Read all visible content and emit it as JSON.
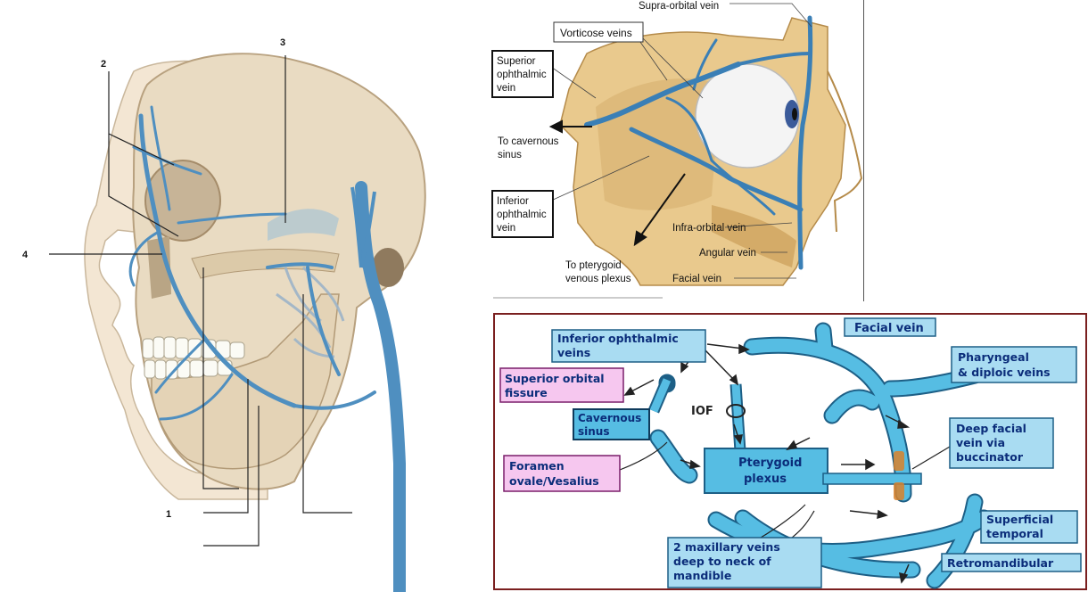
{
  "skull": {
    "numbers": [
      "1",
      "2",
      "3",
      "4"
    ]
  },
  "orbit": {
    "labels": {
      "supra_orbital": "Supra-orbital vein",
      "vorticose": "Vorticose veins",
      "sup_ophth_1": "Superior",
      "sup_ophth_2": "ophthalmic",
      "sup_ophth_3": "vein",
      "to_cav_1": "To cavernous",
      "to_cav_2": "sinus",
      "inf_ophth_1": "Inferior",
      "inf_ophth_2": "ophthalmic",
      "inf_ophth_3": "vein",
      "to_ptery_1": "To pterygoid",
      "to_ptery_2": "venous plexus",
      "infra_orbital": "Infra-orbital vein",
      "angular": "Angular vein",
      "facial": "Facial vein"
    }
  },
  "flow": {
    "labels": {
      "facial_vein": "Facial vein",
      "inf_ophth_1": "Inferior ophthalmic",
      "inf_ophth_2": "veins",
      "pharyngeal_1": "Pharyngeal",
      "pharyngeal_2": "& diploic veins",
      "sup_orbital_1": "Superior orbital",
      "sup_orbital_2": "fissure",
      "iof": "IOF",
      "cavernous_1": "Cavernous",
      "cavernous_2": "sinus",
      "deep_facial_1": "Deep facial",
      "deep_facial_2": "vein via",
      "deep_facial_3": "buccinator",
      "foramen_1": "Foramen",
      "foramen_2": "ovale/Vesalius",
      "pterygoid_1": "Pterygoid",
      "pterygoid_2": "plexus",
      "superficial_1": "Superficial",
      "superficial_2": "temporal",
      "maxillary_1": "2 maxillary veins",
      "maxillary_2": "deep to neck of",
      "maxillary_3": "mandible",
      "retromandibular": "Retromandibular"
    },
    "colors": {
      "vein": "#56bde3",
      "vein_stroke": "#1d5f86",
      "label_fill": "#a9dcf2",
      "pink_label": "#f6c7ef",
      "border": "#7a1f1f"
    }
  }
}
